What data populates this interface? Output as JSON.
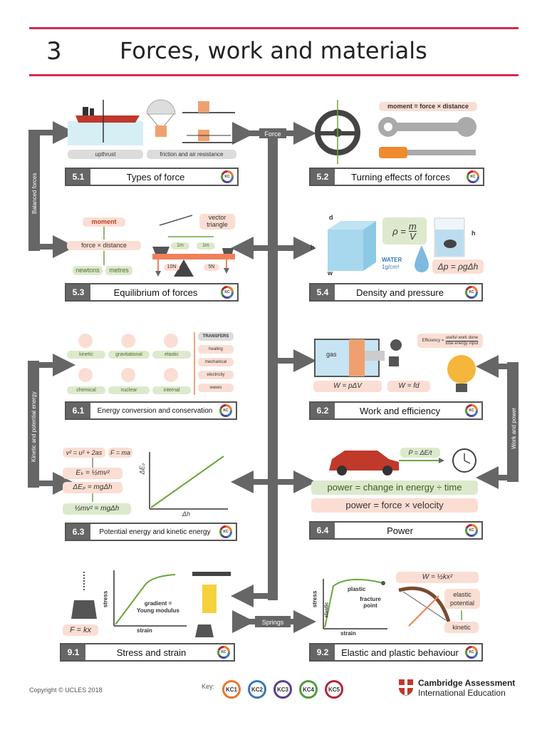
{
  "header": {
    "chapter": "3",
    "title": "Forces, work and materials"
  },
  "spine": {
    "force": "Force",
    "springs": "Springs",
    "balanced": "Balanced forces",
    "kinetic_potential": "Kinetic and potential energy",
    "work_power": "Work and power"
  },
  "kc_badge": "KC",
  "sections": {
    "s51": {
      "num": "5.1",
      "title": "Types of force",
      "upthrust": "upthrust",
      "friction": "friction and air resistance"
    },
    "s52": {
      "num": "5.2",
      "title": "Turning effects of forces",
      "moment_eq": "moment = force × distance"
    },
    "s53": {
      "num": "5.3",
      "title": "Equilibrium of forces",
      "moment": "moment",
      "force_distance": "force × distance",
      "newtons": "newtons",
      "metres": "metres",
      "vector": "vector triangle",
      "m1a": "1m",
      "m1b": "1m",
      "n10": "10N",
      "n5": "5N"
    },
    "s54": {
      "num": "5.4",
      "title": "Density and pressure",
      "d": "d",
      "h": "h",
      "w": "w",
      "rho_left": "ρ =",
      "rho_m": "m",
      "rho_v": "V",
      "water": "WATER",
      "water_val": "1g/cm³",
      "pressure": "Δp = ρgΔh",
      "h2": "h"
    },
    "s61": {
      "num": "6.1",
      "title": "Energy conversion and conservation",
      "kinetic": "kinetic",
      "gravitational": "gravitational",
      "elastic": "elastic",
      "chemical": "chemical",
      "nuclear": "nuclear",
      "internal": "internal",
      "transfers": "TRANSFERS",
      "heating": "heating",
      "mechanical": "mechanical",
      "electricity": "electricity",
      "waves": "waves"
    },
    "s62": {
      "num": "6.2",
      "title": "Work and efficiency",
      "gas": "gas",
      "w_pdv": "W = pΔV",
      "w_fd": "W = fd",
      "eff_label": "Efficiency =",
      "eff_num": "useful work done",
      "eff_den": "total energy input"
    },
    "s63": {
      "num": "6.3",
      "title": "Potential energy and kinetic energy",
      "suvat": "v² = u² + 2as",
      "fma": "F = ma",
      "ek": "Eₖ = ½mv²",
      "ep": "ΔEₚ = mgΔh",
      "equal": "½mv² = mgΔh",
      "ylab": "ΔEₚ",
      "xlab": "Δh"
    },
    "s64": {
      "num": "6.4",
      "title": "Power",
      "p_eq": "P = ΔE/t",
      "power1": "power = change in energy ÷ time",
      "power2": "power = force × velocity"
    },
    "s91": {
      "num": "9.1",
      "title": "Stress and strain",
      "stress": "stress",
      "strain": "strain",
      "gradient": "gradient =",
      "young": "Young modulus",
      "fkx": "F = kx"
    },
    "s92": {
      "num": "9.2",
      "title": "Elastic and plastic behaviour",
      "stress": "stress",
      "strain": "strain",
      "elastic": "elastic",
      "plastic": "plastic",
      "fracture": "fracture point",
      "w_eq": "W = ½kx²",
      "elastic_pot": "elastic potential",
      "kinetic": "kinetic"
    }
  },
  "footer": {
    "copyright": "Copyright © UCLES 2018",
    "key": "Key:",
    "kc": [
      "KC1",
      "KC2",
      "KC3",
      "KC4",
      "KC5"
    ],
    "kc_colors": [
      "#e7772d",
      "#3a78b8",
      "#5a3d91",
      "#4e9c3c",
      "#b5253d"
    ],
    "brand1": "Cambridge Assessment",
    "brand2": "International Education"
  },
  "colors": {
    "accent": "#d62a4e",
    "arrow": "#666666",
    "green": "#6aa63c",
    "pink": "#fbded3",
    "orange": "#f0805a"
  }
}
